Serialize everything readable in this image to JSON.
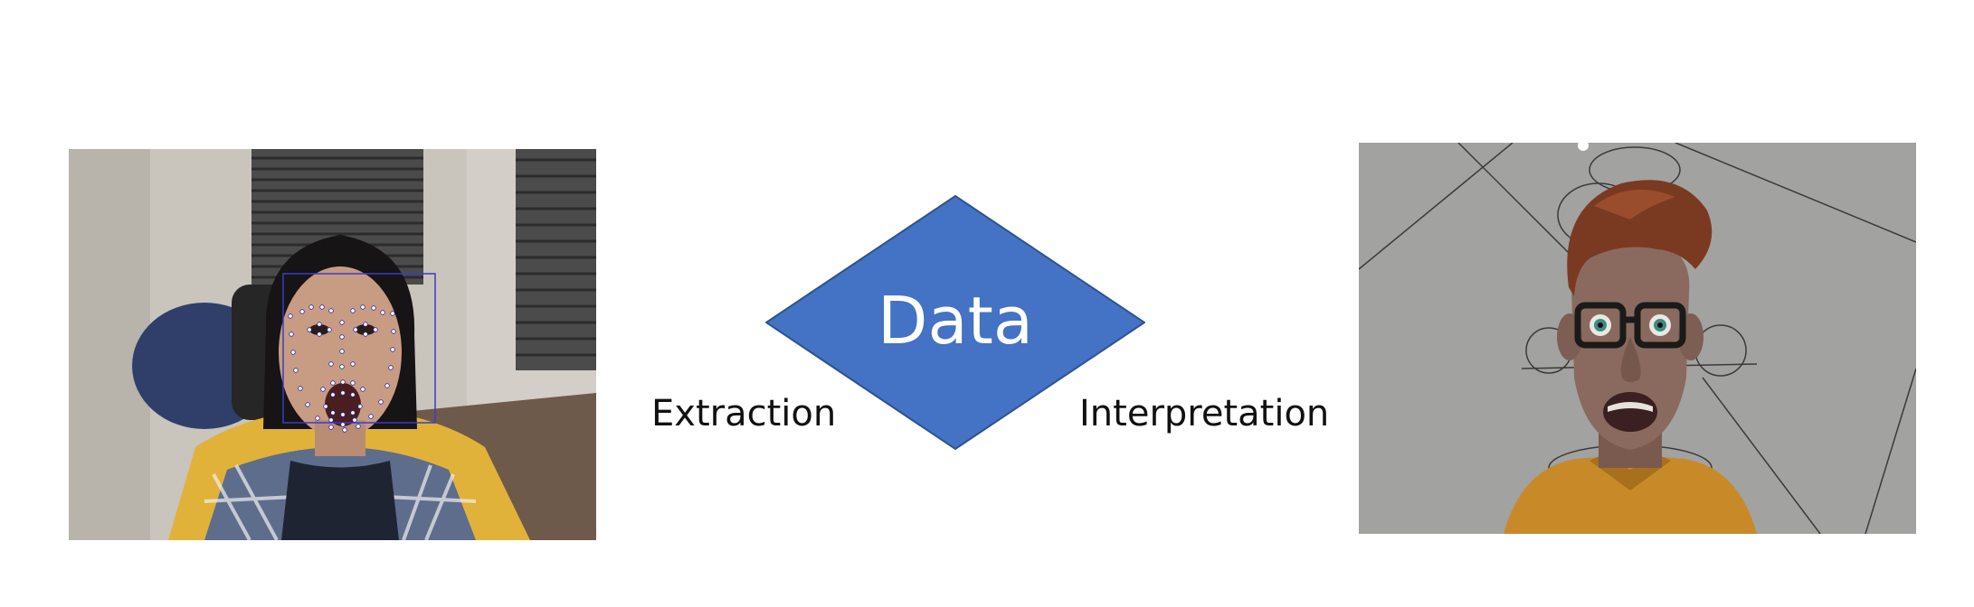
{
  "diagram": {
    "center_node": {
      "label": "Data",
      "shape": "diamond",
      "fill": "#4472c4",
      "stroke": "#2f528f"
    },
    "left_edge": {
      "label": "Extraction"
    },
    "right_edge": {
      "label": "Interpretation"
    },
    "left_image": {
      "subject": "webcam photo of a person with facial landmark tracking points"
    },
    "right_image": {
      "subject": "3D cartoon character rig with glasses and open mouth"
    }
  }
}
